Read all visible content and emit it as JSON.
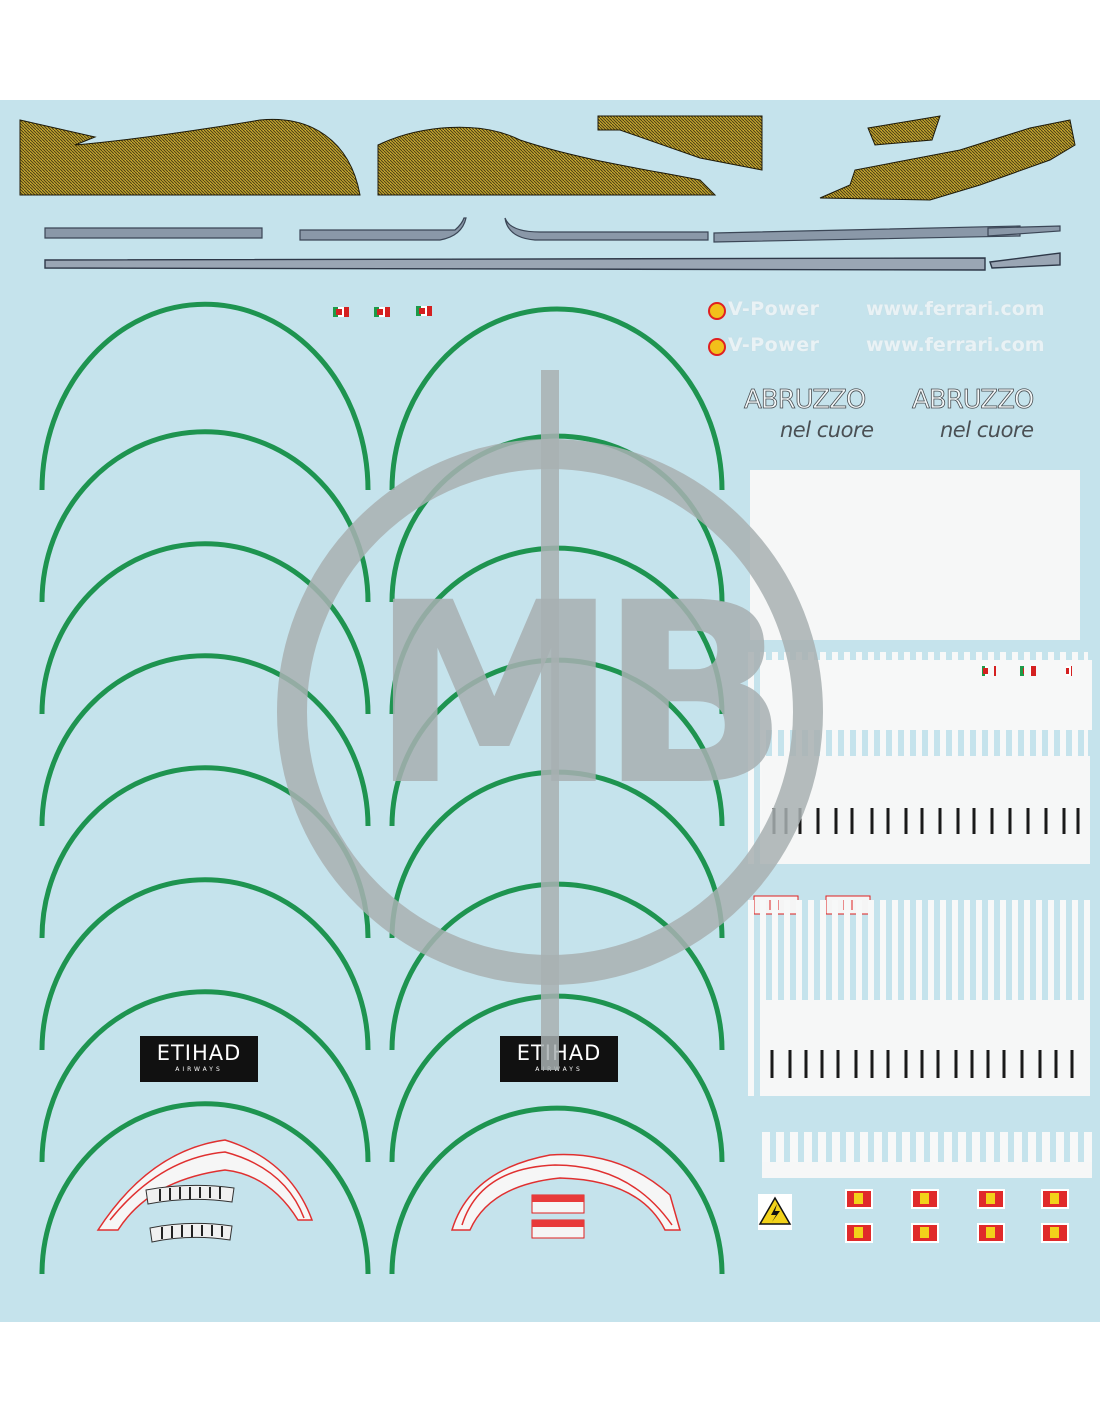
{
  "sheet": {
    "background_color": "#c5e3ec",
    "arc_color": "#1e9450",
    "carbon_color": "#c9aa2e",
    "stripe_color": "#8a98a8",
    "watermark_color": "#a8b0b2"
  },
  "watermark": {
    "text": "MB"
  },
  "sponsors": {
    "vpower_lines": [
      "V-Power",
      "V-Power"
    ],
    "url_lines": [
      "www.ferrari.com",
      "www.ferrari.com"
    ],
    "shell_icon": "shell-logo-icon",
    "abruzzo": [
      {
        "title": "ABRUZZO",
        "subtitle": "nel cuore"
      },
      {
        "title": "ABRUZZO",
        "subtitle": "nel cuore"
      }
    ],
    "etihad": [
      {
        "brand": "ETIHAD",
        "sub": "AIRWAYS"
      },
      {
        "brand": "ETIHAD",
        "sub": "AIRWAYS"
      }
    ]
  },
  "icons": {
    "warning": "high-voltage-warning-icon",
    "flag": "italian-flag-icon"
  }
}
